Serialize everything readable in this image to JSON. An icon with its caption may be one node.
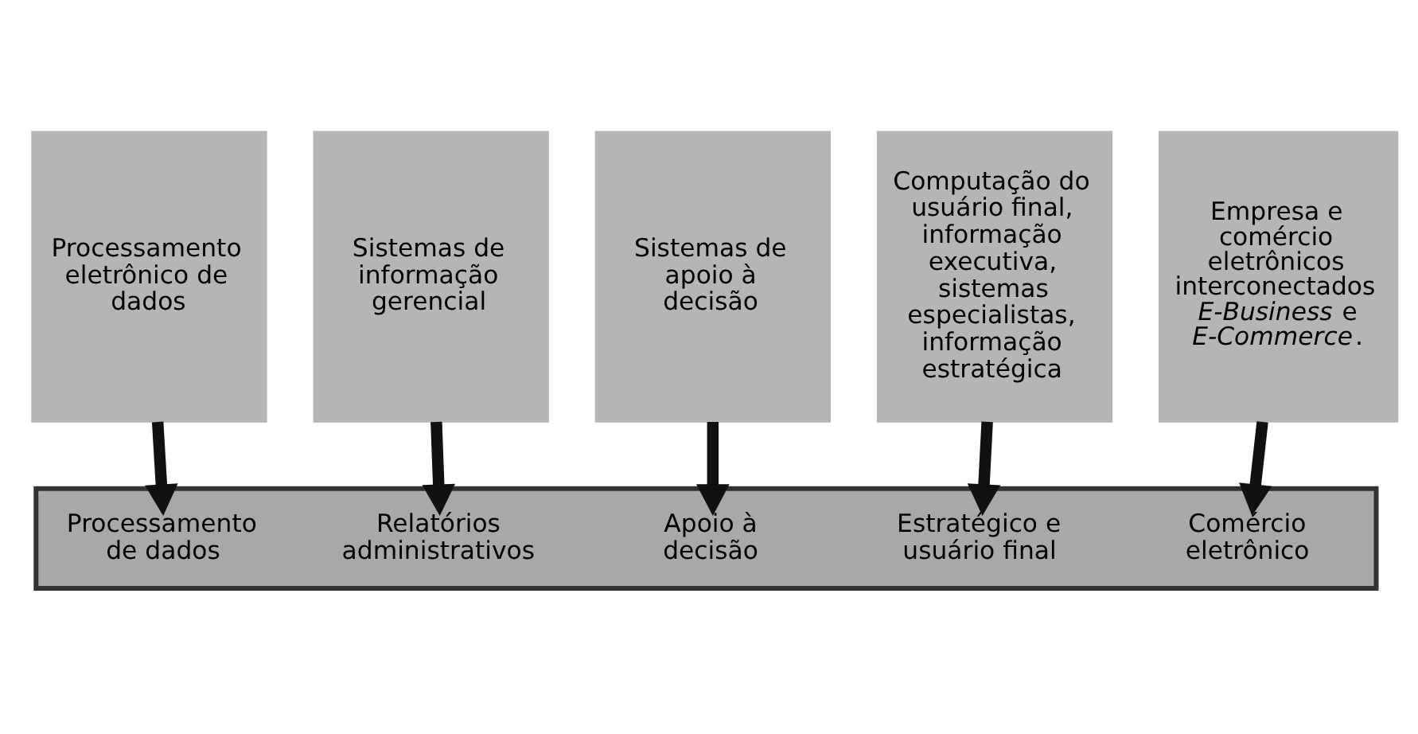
{
  "diagram": {
    "nodes": [
      {
        "text": [
          "Processamento eletrônico de dados"
        ]
      },
      {
        "text": [
          "Sistemas de informação gerencial"
        ]
      },
      {
        "text": [
          "Sistemas de apoio à decisão"
        ]
      },
      {
        "text": [
          "Computação do usuário final, informação executiva, sistemas especialistas, informação estratégica"
        ]
      },
      {
        "text": [
          "Empresa e comércio eletrônicos interconectados *E-Business* e *E-Commerce*."
        ]
      },
      {
        "text": [],
        "shape": "arrow"
      },
      {
        "text": [
          "Processamento de dados"
        ],
        "in": 5
      },
      {
        "text": [
          "Relatórios administrativos"
        ],
        "in": 5
      },
      {
        "text": [
          "Apoio à decisão"
        ],
        "in": 5
      },
      {
        "text": [
          "Estratégico e usuário final"
        ],
        "in": 5
      },
      {
        "text": [
          "Comércio eletrônico"
        ],
        "in": 5
      }
    ],
    "edges": [
      {
        "from": 0,
        "to": 6,
        "arrow": "to"
      },
      {
        "from": 1,
        "to": 7,
        "arrow": "to"
      },
      {
        "from": 2,
        "to": 8,
        "arrow": "to"
      },
      {
        "from": 3,
        "to": 9,
        "arrow": "to"
      },
      {
        "from": 4,
        "to": 10,
        "arrow": "to"
      }
    ]
  }
}
